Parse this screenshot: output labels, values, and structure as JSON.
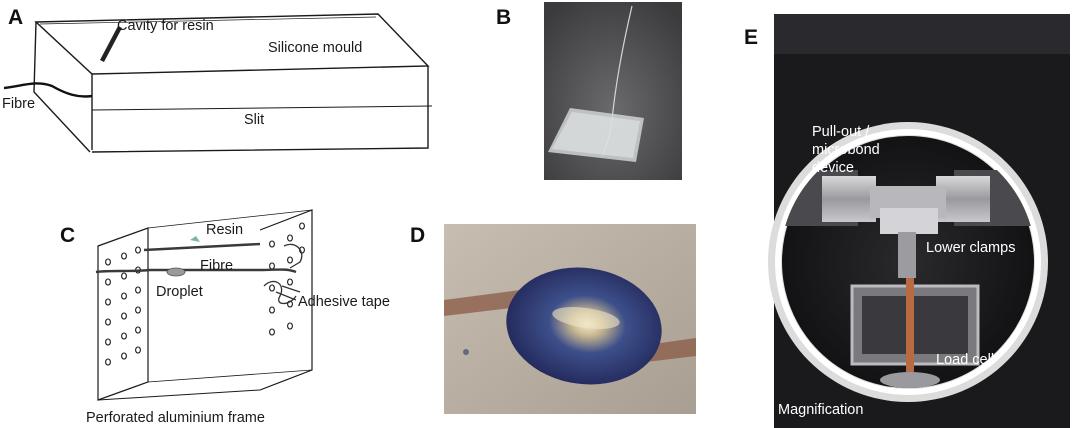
{
  "panels": {
    "a": {
      "letter": "A",
      "labels": {
        "cavity": "Cavity for resin",
        "mould": "Silicone mould",
        "fibre": "Fibre",
        "slit": "Slit"
      }
    },
    "b": {
      "letter": "B"
    },
    "c": {
      "letter": "C",
      "labels": {
        "resin": "Resin",
        "fibre": "Fibre",
        "droplet": "Droplet",
        "tape": "Adhesive tape",
        "frame": "Perforated aluminium frame"
      }
    },
    "d": {
      "letter": "D"
    },
    "e": {
      "letter": "E",
      "labels": {
        "device_line1": "Pull-out /",
        "device_line2": "microbond",
        "device_line3": "device",
        "clamps": "Lower clamps",
        "loadcell": "Load cell",
        "magnification": "Magnification"
      }
    }
  },
  "colors": {
    "sketch_ink": "#1a1a1a",
    "resin_green": "#7fb5a0",
    "droplet_blue": "#2f3e78",
    "photo_d_bg": "#b9aea0",
    "photo_e_bg": "#1c1c1c",
    "ring_light": "#e8e8e8"
  }
}
